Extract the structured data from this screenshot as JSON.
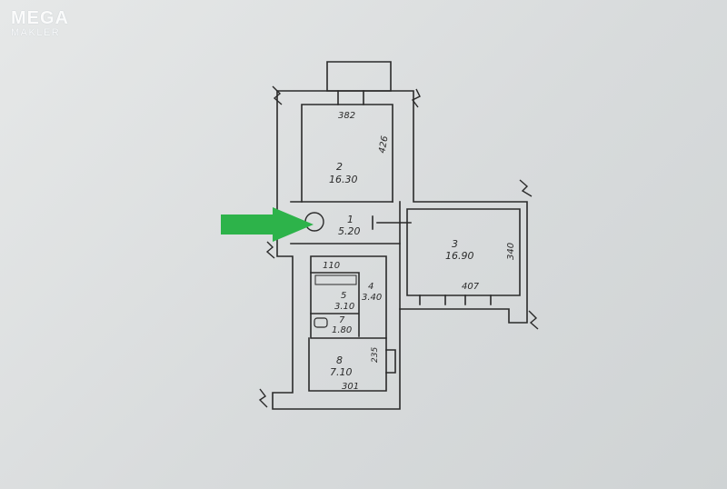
{
  "watermark": {
    "brand": "MEGA",
    "sub": "MAKLER"
  },
  "colors": {
    "arrow": "#2db34a",
    "ink": "#2a2a2a",
    "paper": "#e3e5e5"
  },
  "rooms": [
    {
      "id": "r2",
      "number": "2",
      "area": "16.30"
    },
    {
      "id": "r1",
      "number": "1",
      "area": "5.20"
    },
    {
      "id": "r3",
      "number": "3",
      "area": "16.90"
    },
    {
      "id": "r4",
      "number": "4",
      "area": "3.40"
    },
    {
      "id": "r5",
      "number": "5",
      "area": "3.10"
    },
    {
      "id": "r7",
      "number": "7",
      "area": "1.80"
    },
    {
      "id": "r8",
      "number": "8",
      "area": "7.10"
    }
  ],
  "dimensions": {
    "d382": "382",
    "d426": "426",
    "d340": "340",
    "d407": "407",
    "d110": "110",
    "d235": "235",
    "d301": "301"
  }
}
